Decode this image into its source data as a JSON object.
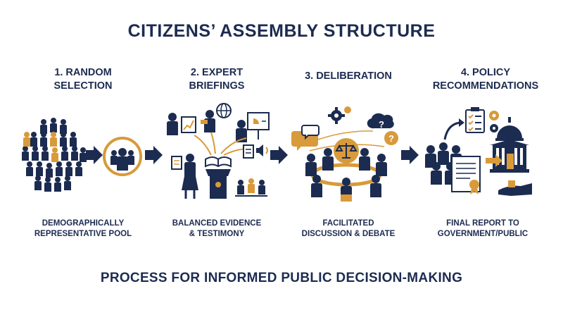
{
  "title": "CITIZENS’ ASSEMBLY STRUCTURE",
  "footer": "PROCESS FOR INFORMED PUBLIC DECISION-MAKING",
  "colors": {
    "navy": "#1c2b50",
    "gold": "#d89a3a",
    "white": "#ffffff"
  },
  "steps": [
    {
      "title_lines": [
        "1. RANDOM",
        "SELECTION"
      ],
      "caption_lines": [
        "DEMOGRAPHICALLY",
        "REPRESENTATIVE POOL"
      ],
      "icon": "crowd-selection-icon"
    },
    {
      "title_lines": [
        "2. EXPERT",
        "BRIEFINGS"
      ],
      "caption_lines": [
        "BALANCED EVIDENCE",
        "& TESTIMONY"
      ],
      "icon": "expert-briefing-icon"
    },
    {
      "title_lines": [
        "3. DELIBERATION"
      ],
      "caption_lines": [
        "FACILITATED",
        "DISCUSSION & DEBATE"
      ],
      "icon": "round-table-icon"
    },
    {
      "title_lines": [
        "4. POLICY",
        "RECOMMENDATIONS"
      ],
      "caption_lines": [
        "FINAL REPORT TO",
        "GOVERNMENT/PUBLIC"
      ],
      "icon": "government-report-icon"
    }
  ]
}
